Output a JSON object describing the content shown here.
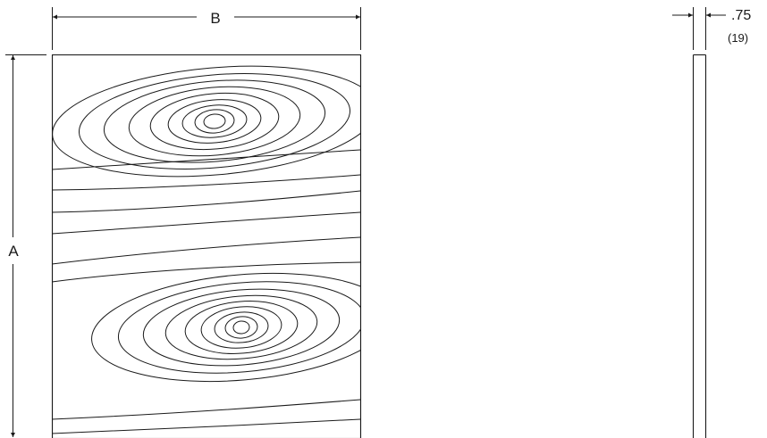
{
  "dimensions": {
    "width_label": "B",
    "height_label": "A",
    "thickness_label": ".75",
    "thickness_metric_label": "(19)"
  },
  "colors": {
    "line": "#1a1a1a",
    "background": "#ffffff"
  }
}
